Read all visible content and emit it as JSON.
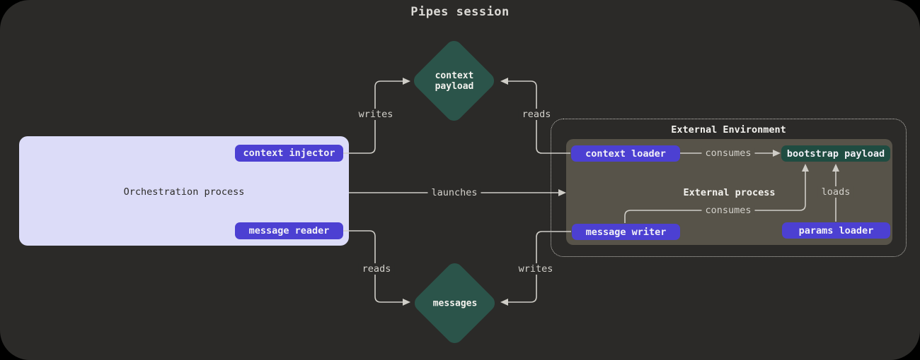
{
  "title": "Pipes session",
  "orchestration": {
    "label": "Orchestration process",
    "context_injector": "context injector",
    "message_reader": "message reader"
  },
  "external": {
    "label": "External Environment",
    "process_label": "External process",
    "context_loader": "context loader",
    "bootstrap_payload": "bootstrap payload",
    "message_writer": "message writer",
    "params_loader": "params loader"
  },
  "artifacts": {
    "context_payload": "context payload",
    "messages": "messages"
  },
  "edges": [
    {
      "id": "writes-top",
      "label": "writes"
    },
    {
      "id": "reads-top",
      "label": "reads"
    },
    {
      "id": "launches",
      "label": "launches"
    },
    {
      "id": "consumes-top",
      "label": "consumes"
    },
    {
      "id": "consumes-bottom",
      "label": "consumes"
    },
    {
      "id": "loads",
      "label": "loads"
    },
    {
      "id": "reads-bottom",
      "label": "reads"
    },
    {
      "id": "writes-bottom",
      "label": "writes"
    }
  ],
  "colors": {
    "panel_bg": "#2b2a28",
    "node_purple": "#4c40d2",
    "node_green_dark": "#1f4c41",
    "diamond_green": "#2b544a",
    "process_light": "#dcdcf8",
    "external_gray": "#575349",
    "line": "#cfcdc7"
  }
}
